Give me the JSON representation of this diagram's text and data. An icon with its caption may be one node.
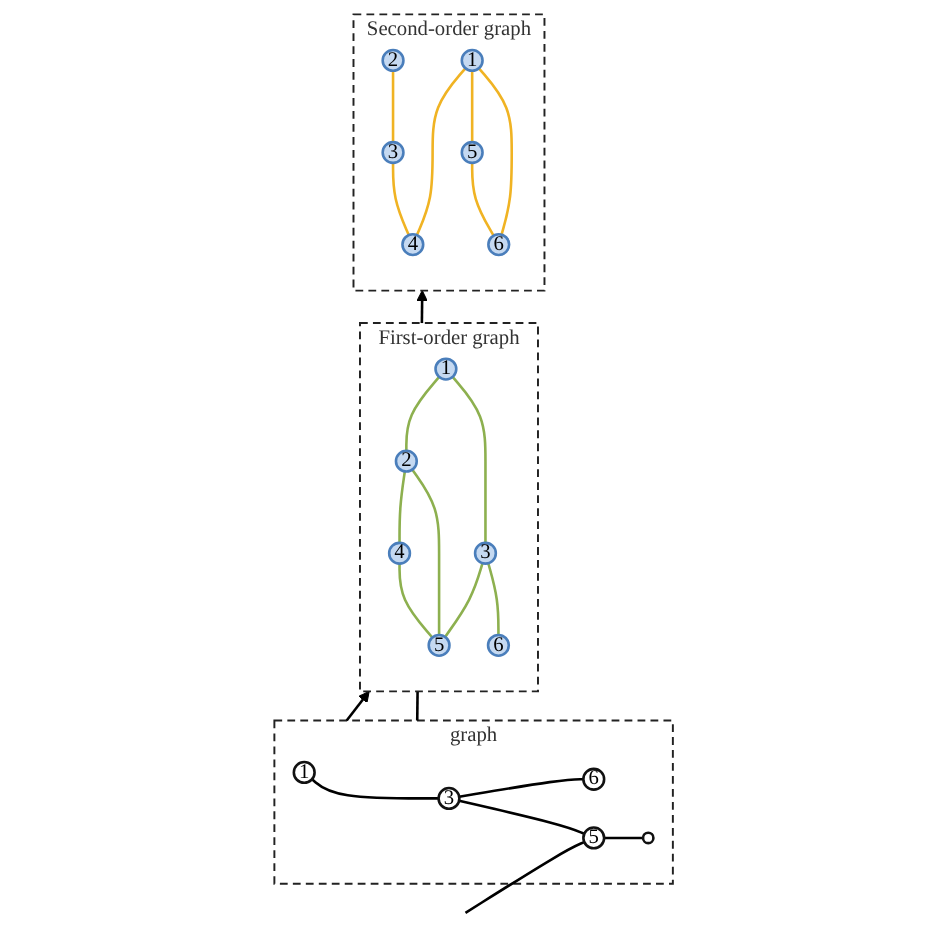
{
  "diagram": {
    "nodes": [
      {
        "text": [
          "graph"
        ]
      },
      {
        "text": [
          "1"
        ],
        "in": 0
      },
      {
        "text": [
          "3"
        ],
        "in": 0
      },
      {
        "text": [
          "6"
        ],
        "in": 0
      },
      {
        "text": [
          "5"
        ],
        "in": 0
      },
      {
        "text": [],
        "shape": "circle",
        "in": 0
      },
      {
        "text": [
          "First-order graph"
        ]
      },
      {
        "text": [
          "1"
        ],
        "in": 6
      },
      {
        "text": [
          "2"
        ],
        "in": 6
      },
      {
        "text": [
          "3"
        ],
        "in": 6
      },
      {
        "text": [
          "4"
        ],
        "in": 6
      },
      {
        "text": [
          "5"
        ],
        "in": 6
      },
      {
        "text": [
          "6"
        ],
        "in": 6
      },
      {
        "text": [
          "Second-order graph"
        ]
      },
      {
        "text": [
          "1"
        ],
        "in": 13
      },
      {
        "text": [
          "2"
        ],
        "in": 13
      },
      {
        "text": [
          "3"
        ],
        "in": 13
      },
      {
        "text": [
          "4"
        ],
        "in": 13
      },
      {
        "text": [
          "5"
        ],
        "in": 13
      },
      {
        "text": [
          "6"
        ],
        "in": 13
      }
    ],
    "edges": [
      {
        "from": 1,
        "to": 2,
        "arrow": "none"
      },
      {
        "from": 2,
        "to": 3,
        "arrow": "none"
      },
      {
        "from": 2,
        "to": 4,
        "arrow": "none"
      },
      {
        "from": null,
        "to": 4,
        "arrow": "none"
      },
      {
        "from": 4,
        "to": 5,
        "arrow": "none"
      },
      {
        "from": 0,
        "to": 6,
        "arrow": "to"
      },
      {
        "from": 0,
        "to": 13,
        "arrow": "to"
      },
      {
        "from": 7,
        "to": 9,
        "arrow": "none",
        "color": "#8db04f"
      },
      {
        "from": 7,
        "to": 8,
        "arrow": "none",
        "color": "#8db04f"
      },
      {
        "from": 9,
        "to": 11,
        "arrow": "none",
        "color": "#8db04f"
      },
      {
        "from": 9,
        "to": 12,
        "arrow": "none",
        "color": "#8db04f"
      },
      {
        "from": 8,
        "to": 11,
        "arrow": "none",
        "color": "#8db04f"
      },
      {
        "from": 8,
        "to": 10,
        "arrow": "none",
        "color": "#8db04f"
      },
      {
        "from": 10,
        "to": 11,
        "arrow": "none",
        "color": "#8db04f"
      },
      {
        "from": 14,
        "to": 17,
        "arrow": "none",
        "color": "#f0b323"
      },
      {
        "from": 14,
        "to": 18,
        "arrow": "none",
        "color": "#f0b323"
      },
      {
        "from": 14,
        "to": 19,
        "arrow": "none",
        "color": "#f0b323"
      },
      {
        "from": 15,
        "to": 16,
        "arrow": "none",
        "color": "#f0b323"
      },
      {
        "from": 16,
        "to": 17,
        "arrow": "none",
        "color": "#f0b323"
      },
      {
        "from": 18,
        "to": 19,
        "arrow": "none",
        "color": "#f0b323"
      }
    ]
  }
}
